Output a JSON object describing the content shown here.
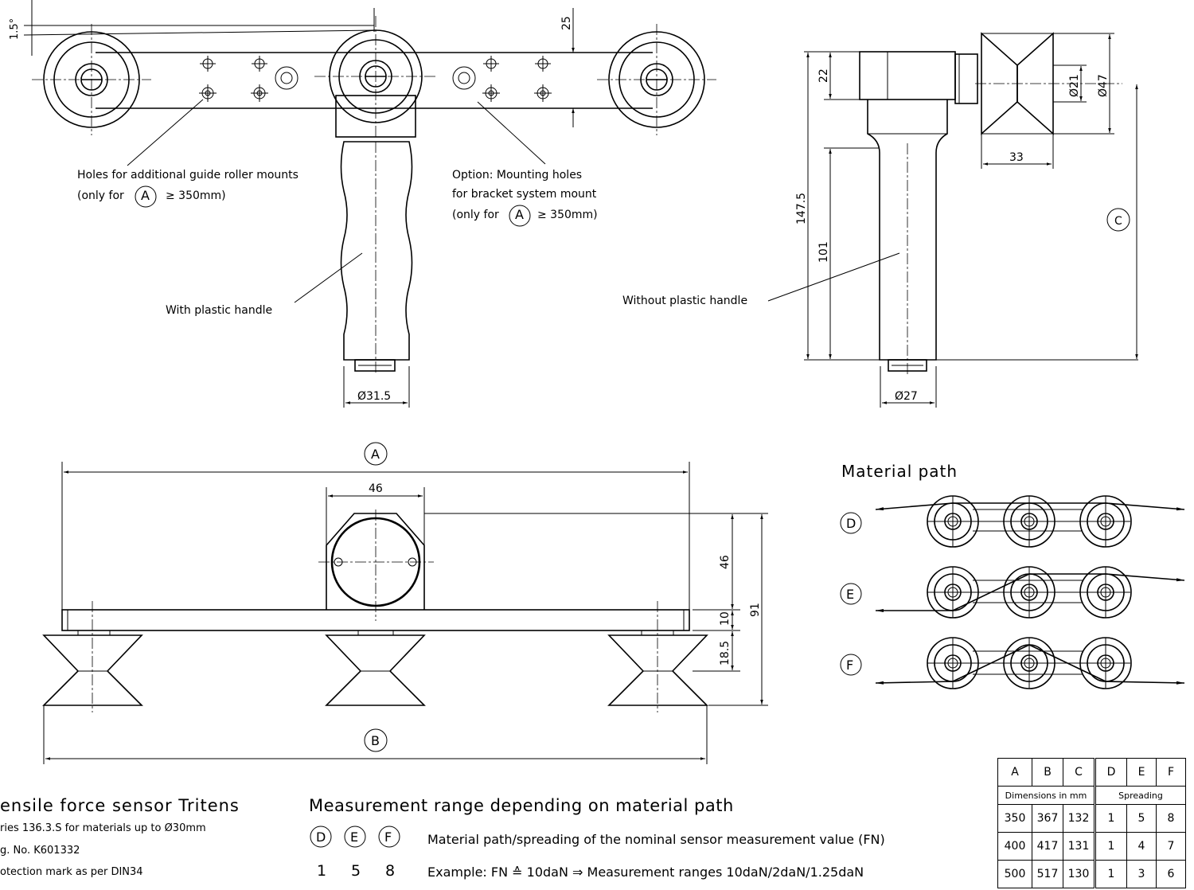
{
  "top_view": {
    "angle": "1.5°",
    "dim_25": "25",
    "note_holes_line1": "Holes for additional guide roller mounts",
    "note_holes_line2_prefix": "(only for",
    "note_holes_line2_suffix": "≥ 350mm)",
    "note_option_line1": "Option: Mounting holes",
    "note_option_line2": "for bracket system mount",
    "note_option_line3_prefix": "(only for",
    "note_option_line3_suffix": "≥ 350mm)",
    "handle_label": "With plastic handle",
    "dim_handle": "Ø31.5"
  },
  "side_view": {
    "dim_22": "22",
    "dim_21": "Ø21",
    "dim_47": "Ø47",
    "dim_33": "33",
    "dim_147_5": "147.5",
    "dim_101": "101",
    "label_c": "C",
    "no_handle_label": "Without plastic handle",
    "dim_27": "Ø27"
  },
  "front_view": {
    "label_a": "A",
    "dim_46_top": "46",
    "dim_46_right": "46",
    "dim_10": "10",
    "dim_91": "91",
    "dim_18_5": "18.5",
    "label_b": "B"
  },
  "material_path": {
    "title": "Material path",
    "paths": [
      "D",
      "E",
      "F"
    ]
  },
  "footer": {
    "sensor_title": "ensile force sensor Tritens",
    "line1": "ries 136.3.S for materials up to  Ø30mm",
    "line2": "g. No. K601332",
    "line3": "otection mark as per DIN34",
    "range_title": "Measurement range depending on material path",
    "circles": [
      "D",
      "E",
      "F"
    ],
    "path_desc": "Material path/spreading of the nominal sensor measurement value (FN)",
    "example_values": [
      "1",
      "5",
      "8"
    ],
    "example": "Example: FN ≙ 10daN ⇒ Measurement ranges 10daN/2daN/1.25daN"
  },
  "table": {
    "headers": [
      "A",
      "B",
      "C",
      "D",
      "E",
      "F"
    ],
    "sub_dims": "Dimensions in mm",
    "sub_spread": "Spreading",
    "rows": [
      [
        "350",
        "367",
        "132",
        "1",
        "5",
        "8"
      ],
      [
        "400",
        "417",
        "131",
        "1",
        "4",
        "7"
      ],
      [
        "500",
        "517",
        "130",
        "1",
        "3",
        "6"
      ]
    ]
  }
}
